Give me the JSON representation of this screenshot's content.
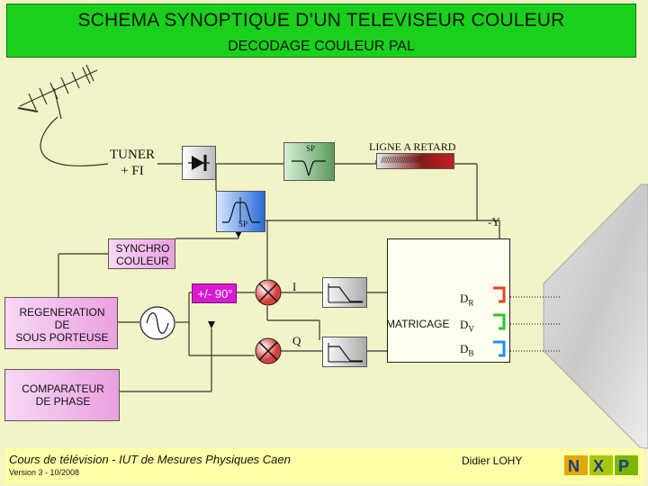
{
  "header": {
    "title": "SCHEMA SYNOPTIQUE D’UN TELEVISEUR COULEUR",
    "subtitle": "DECODAGE COULEUR PAL"
  },
  "blocks": {
    "tuner": "TUNER\n+ FI",
    "sp_top": "SP",
    "delay_line_label": "LIGNE A RETARD",
    "delay_line_pattern": "//////////////////////",
    "sp_bottom": "SP",
    "minus_y": "-Y",
    "synchro": "SYNCHRO\nCOULEUR",
    "phase_shift": "+/- 90°",
    "regeneration": "REGENERATION\nDE\nSOUS PORTEUSE",
    "comparator": "COMPARATEUR\nDE PHASE",
    "i_label": "I",
    "q_label": "Q",
    "matricage": "MATRICAGE",
    "outputs": [
      {
        "letter": "D",
        "sub": "R"
      },
      {
        "letter": "D",
        "sub": "V"
      },
      {
        "letter": "D",
        "sub": "B"
      }
    ]
  },
  "footer": {
    "course": "Cours de télévision - IUT de Mesures Physiques Caen",
    "version": "Version 3 - 10/2008",
    "author": "Didier LOHY",
    "logo_text": "NXP"
  },
  "colors": {
    "title_bg": "#19d11c",
    "page_bg": "#f3f3c8",
    "block_pink": "#eaa0e0",
    "phase_shift_bg": "#d81cd4",
    "output_red": "#e8431c",
    "output_green": "#2ec42e",
    "output_blue": "#1e90e8",
    "footer_bg": "#ffffa8"
  }
}
